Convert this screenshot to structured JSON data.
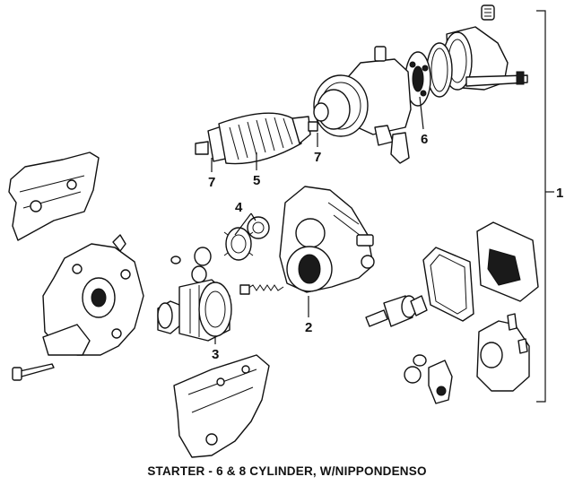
{
  "diagram": {
    "caption": "STARTER - 6 & 8 CYLINDER, W/NIPPONDENSO",
    "callouts": {
      "c1": "1",
      "c2": "2",
      "c3": "3",
      "c4": "4",
      "c5": "5",
      "c6": "6",
      "c7a": "7",
      "c7b": "7"
    }
  }
}
